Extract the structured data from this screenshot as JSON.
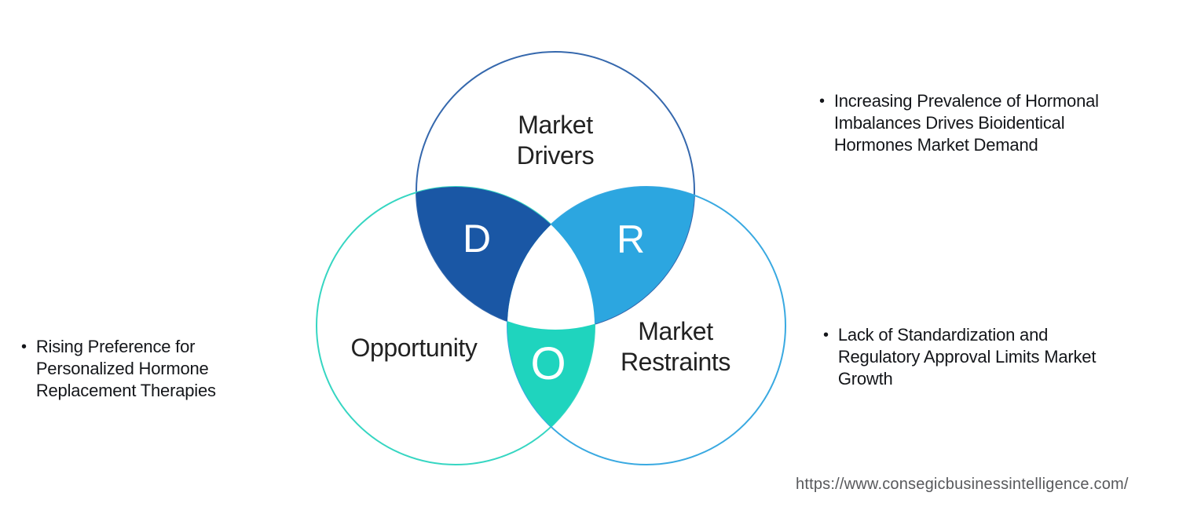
{
  "diagram": {
    "circles": {
      "drivers": {
        "label_line1": "Market",
        "label_line2": "Drivers",
        "stroke": "#3568ad"
      },
      "opportunity": {
        "label": "Opportunity",
        "stroke": "#36d6c2"
      },
      "restraints": {
        "label_line1": "Market",
        "label_line2": "Restraints",
        "stroke": "#39a9e1"
      }
    },
    "overlaps": {
      "d": {
        "letter": "D",
        "fill": "#1a57a5"
      },
      "r": {
        "letter": "R",
        "fill": "#2ca6e0"
      },
      "o": {
        "letter": "O",
        "fill": "#1fd4be"
      }
    },
    "center_fill": "#ffffff"
  },
  "notes": {
    "bullet": "•",
    "opportunity": {
      "text": "Rising Preference for\nPersonalized Hormone\nReplacement Therapies"
    },
    "driver": {
      "text": "Increasing Prevalence of Hormonal\nImbalances Drives Bioidentical\nHormones Market Demand"
    },
    "restraint": {
      "text": "Lack of Standardization and\nRegulatory Approval Limits Market\nGrowth"
    }
  },
  "footer": {
    "source_url": "https://www.consegicbusinessintelligence.com/"
  }
}
